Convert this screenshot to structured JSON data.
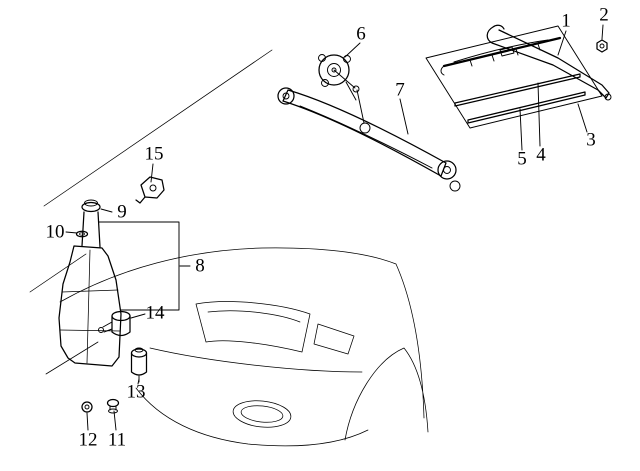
{
  "figure": {
    "background_color": "#ffffff",
    "line_color": "#000000",
    "description_names": {
      "1": "wiper-arm",
      "2": "wiper-arm-nut",
      "3": "wiper-blade-assembly",
      "4": "blade-insert",
      "5": "blade-insert",
      "6": "wiper-motor",
      "7": "wiper-linkage",
      "8": "washer-reservoir",
      "9": "reservoir-cap",
      "10": "reservoir-ring",
      "11": "grommet",
      "12": "grommet",
      "13": "washer-pump",
      "14": "washer-pump",
      "15": "bracket"
    }
  },
  "callouts": [
    {
      "label": "1"
    },
    {
      "label": "2"
    },
    {
      "label": "3"
    },
    {
      "label": "4"
    },
    {
      "label": "5"
    },
    {
      "label": "6"
    },
    {
      "label": "7"
    },
    {
      "label": "8"
    },
    {
      "label": "9"
    },
    {
      "label": "10"
    },
    {
      "label": "11"
    },
    {
      "label": "12"
    },
    {
      "label": "13"
    },
    {
      "label": "14"
    },
    {
      "label": "15"
    }
  ]
}
